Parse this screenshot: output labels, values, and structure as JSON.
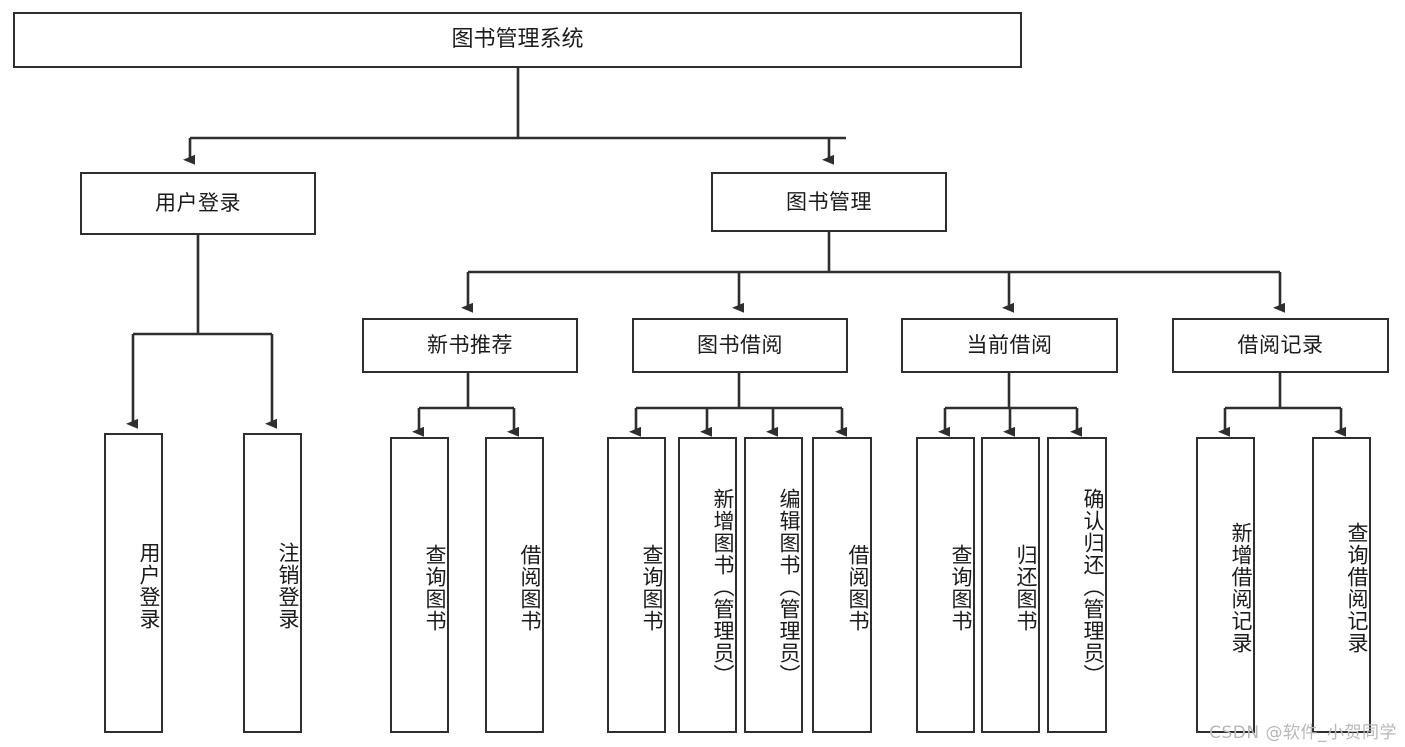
{
  "diagram": {
    "type": "tree",
    "title": "图书管理系统",
    "root": {
      "id": "root",
      "label": "图书管理系统"
    },
    "level2": [
      {
        "id": "user-login",
        "label": "用户登录"
      },
      {
        "id": "book-manage",
        "label": "图书管理"
      }
    ],
    "level3": [
      {
        "id": "new-book-recommend",
        "label": "新书推荐",
        "parent": "book-manage"
      },
      {
        "id": "book-borrow",
        "label": "图书借阅",
        "parent": "book-manage"
      },
      {
        "id": "current-borrow",
        "label": "当前借阅",
        "parent": "book-manage"
      },
      {
        "id": "borrow-record",
        "label": "借阅记录",
        "parent": "book-manage"
      }
    ],
    "leaves": {
      "user_login": [
        {
          "id": "leaf-user-login",
          "label": "用户登录"
        },
        {
          "id": "leaf-user-logout",
          "label": "注销登录"
        }
      ],
      "new_book_recommend": [
        {
          "id": "leaf-query-book-1",
          "label": "查询图书"
        },
        {
          "id": "leaf-borrow-book-1",
          "label": "借阅图书"
        }
      ],
      "book_borrow": [
        {
          "id": "leaf-query-book-2",
          "label": "查询图书"
        },
        {
          "id": "leaf-add-book",
          "label": "新增图书（管理员）"
        },
        {
          "id": "leaf-edit-book",
          "label": "编辑图书（管理员）"
        },
        {
          "id": "leaf-borrow-book-2",
          "label": "借阅图书"
        }
      ],
      "current_borrow": [
        {
          "id": "leaf-query-book-3",
          "label": "查询图书"
        },
        {
          "id": "leaf-return-book",
          "label": "归还图书"
        },
        {
          "id": "leaf-confirm-return",
          "label": "确认归还（管理员）"
        }
      ],
      "borrow_record": [
        {
          "id": "leaf-add-record",
          "label": "新增借阅记录"
        },
        {
          "id": "leaf-query-record",
          "label": "查询借阅记录"
        }
      ]
    }
  },
  "watermark": {
    "text": "CSDN @软件_小贺同学"
  },
  "colors": {
    "background": "#ffffff",
    "box_border": "#2e2e2e",
    "box_fill": "#ffffff",
    "connector": "#2e2e2e",
    "text": "#1b1b1b",
    "watermark": "#b8b8b8"
  }
}
